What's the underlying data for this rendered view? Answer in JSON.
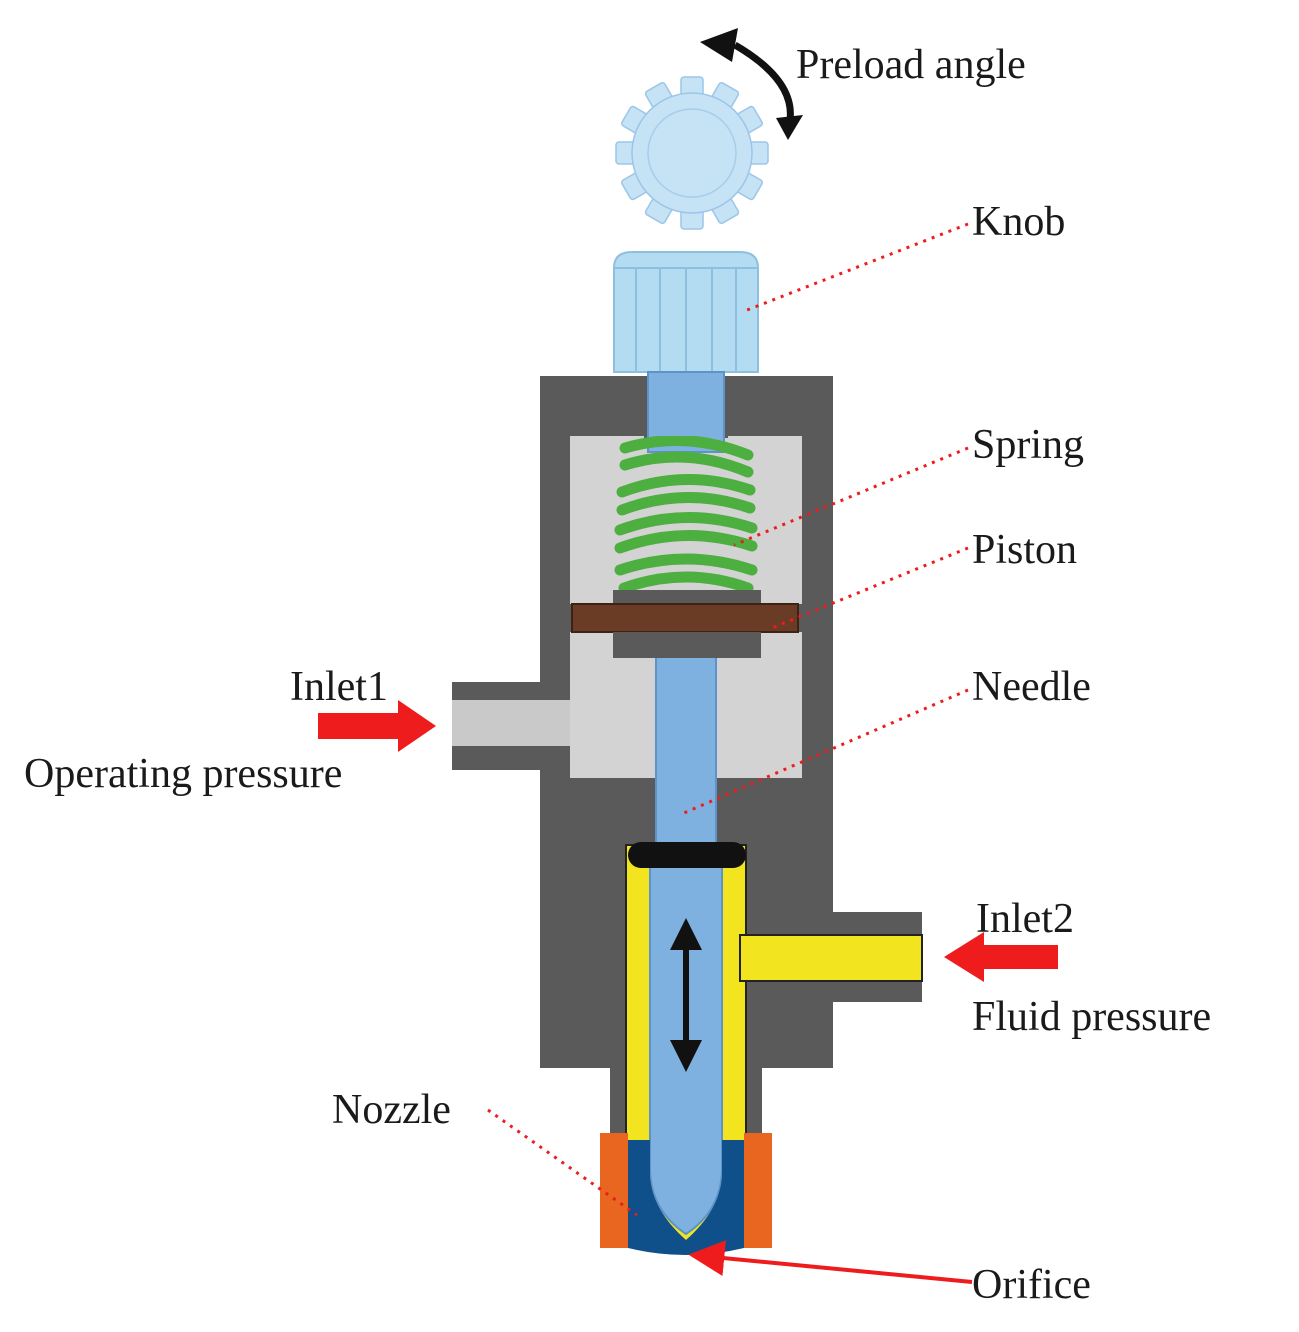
{
  "labels": {
    "preload_angle": "Preload angle",
    "knob": "Knob",
    "spring": "Spring",
    "piston": "Piston",
    "needle": "Needle",
    "inlet1": "Inlet1",
    "operating_pressure": "Operating pressure",
    "inlet2": "Inlet2",
    "fluid_pressure": "Fluid pressure",
    "nozzle": "Nozzle",
    "orifice": "Orifice"
  },
  "colors": {
    "body": "#5a5a5a",
    "chamber": "#d3d3d3",
    "knob": "#b3dcf3",
    "needle": "#7fb1e0",
    "spring": "#4caf3f",
    "piston": "#6a3b25",
    "fluid": "#f2e41f",
    "nozzle": "#0f4f8a",
    "nozzle_holder": "#e8661f",
    "arrow_red": "#ee1c1c",
    "leader": "#ee1c1c"
  },
  "icons": {
    "preload_rotation": "curved-double-arrow-icon",
    "gear": "gear-icon",
    "needle_motion": "vertical-double-arrow-icon"
  }
}
